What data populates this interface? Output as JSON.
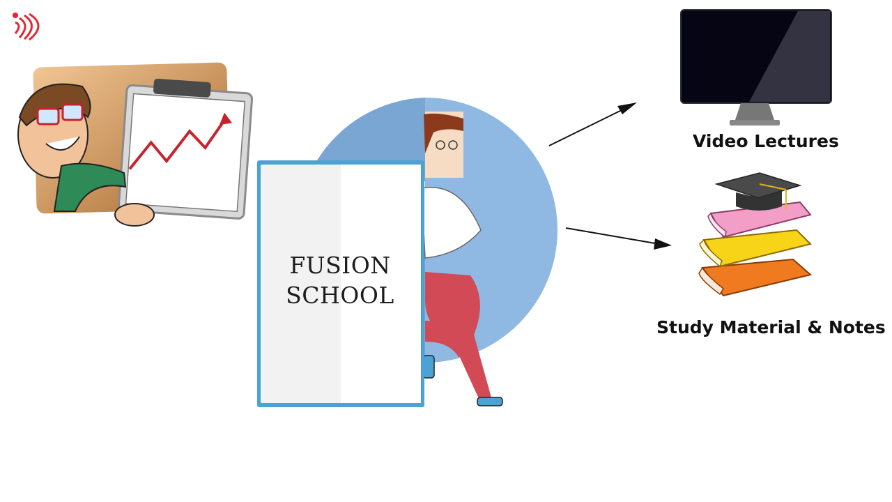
{
  "book": {
    "title_line1": "FUSION",
    "title_line2": "SCHOOL"
  },
  "captions": {
    "video": "Video Lectures",
    "study": "Study Material & Notes"
  },
  "icons": {
    "logo": "fusion-school-logo-icon",
    "presenter": "presenter-with-chart-icon",
    "monitor": "monitor-icon",
    "books": "books-with-graduation-cap-icon",
    "character": "man-leaning-on-book-icon"
  },
  "colors": {
    "circle": "#8fb9e3",
    "circle_dark": "#7aa6d4",
    "book_border": "#4aa3d3",
    "logo": "#e4262f",
    "trend_line": "#c8232c"
  }
}
